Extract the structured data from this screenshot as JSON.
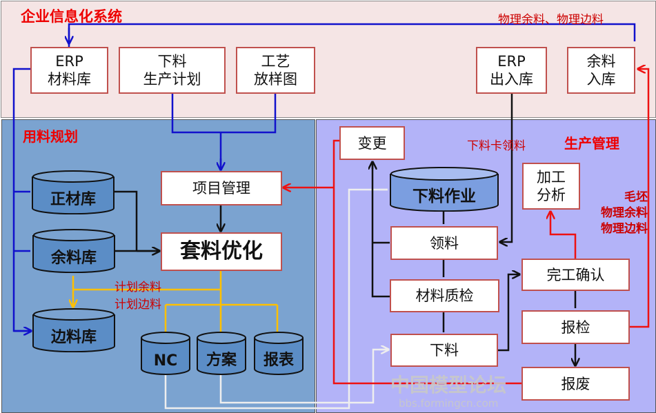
{
  "top": {
    "title": "企业信息化系统",
    "note": "物理余料、物理边料",
    "boxes": [
      {
        "l1": "ERP",
        "l2": "材料库"
      },
      {
        "l1": "下料",
        "l2": "生产计划"
      },
      {
        "l1": "工艺",
        "l2": "放样图"
      },
      {
        "l1": "ERP",
        "l2": "出入库"
      },
      {
        "l1": "余料",
        "l2": "入库"
      }
    ]
  },
  "left": {
    "title": "用料规划",
    "db": [
      "正材库",
      "余料库",
      "边料库"
    ],
    "project": "项目管理",
    "nesting": "套料优化",
    "plan1": "计划余料",
    "plan2": "计划边料",
    "outputs": [
      "NC",
      "方案",
      "报表"
    ]
  },
  "right": {
    "title": "生产管理",
    "change": "变更",
    "card": "下料卡领料",
    "job": "下料作业",
    "pick": "领料",
    "qc": "材料质检",
    "cut": "下料",
    "analysis1": "加工",
    "analysis2": "分析",
    "done": "完工确认",
    "inspect": "报检",
    "scrap": "报废",
    "m1": "毛坯",
    "m2": "物理余料",
    "m3": "物理边料"
  },
  "watermark": {
    "l1": "中国模型论坛",
    "l2": "bbs.formingcn.com"
  },
  "colors": {
    "flow_red": "#ee1111",
    "flow_blue": "#1111cc",
    "flow_yellow": "#ffc000",
    "box_border": "#c0504d"
  }
}
